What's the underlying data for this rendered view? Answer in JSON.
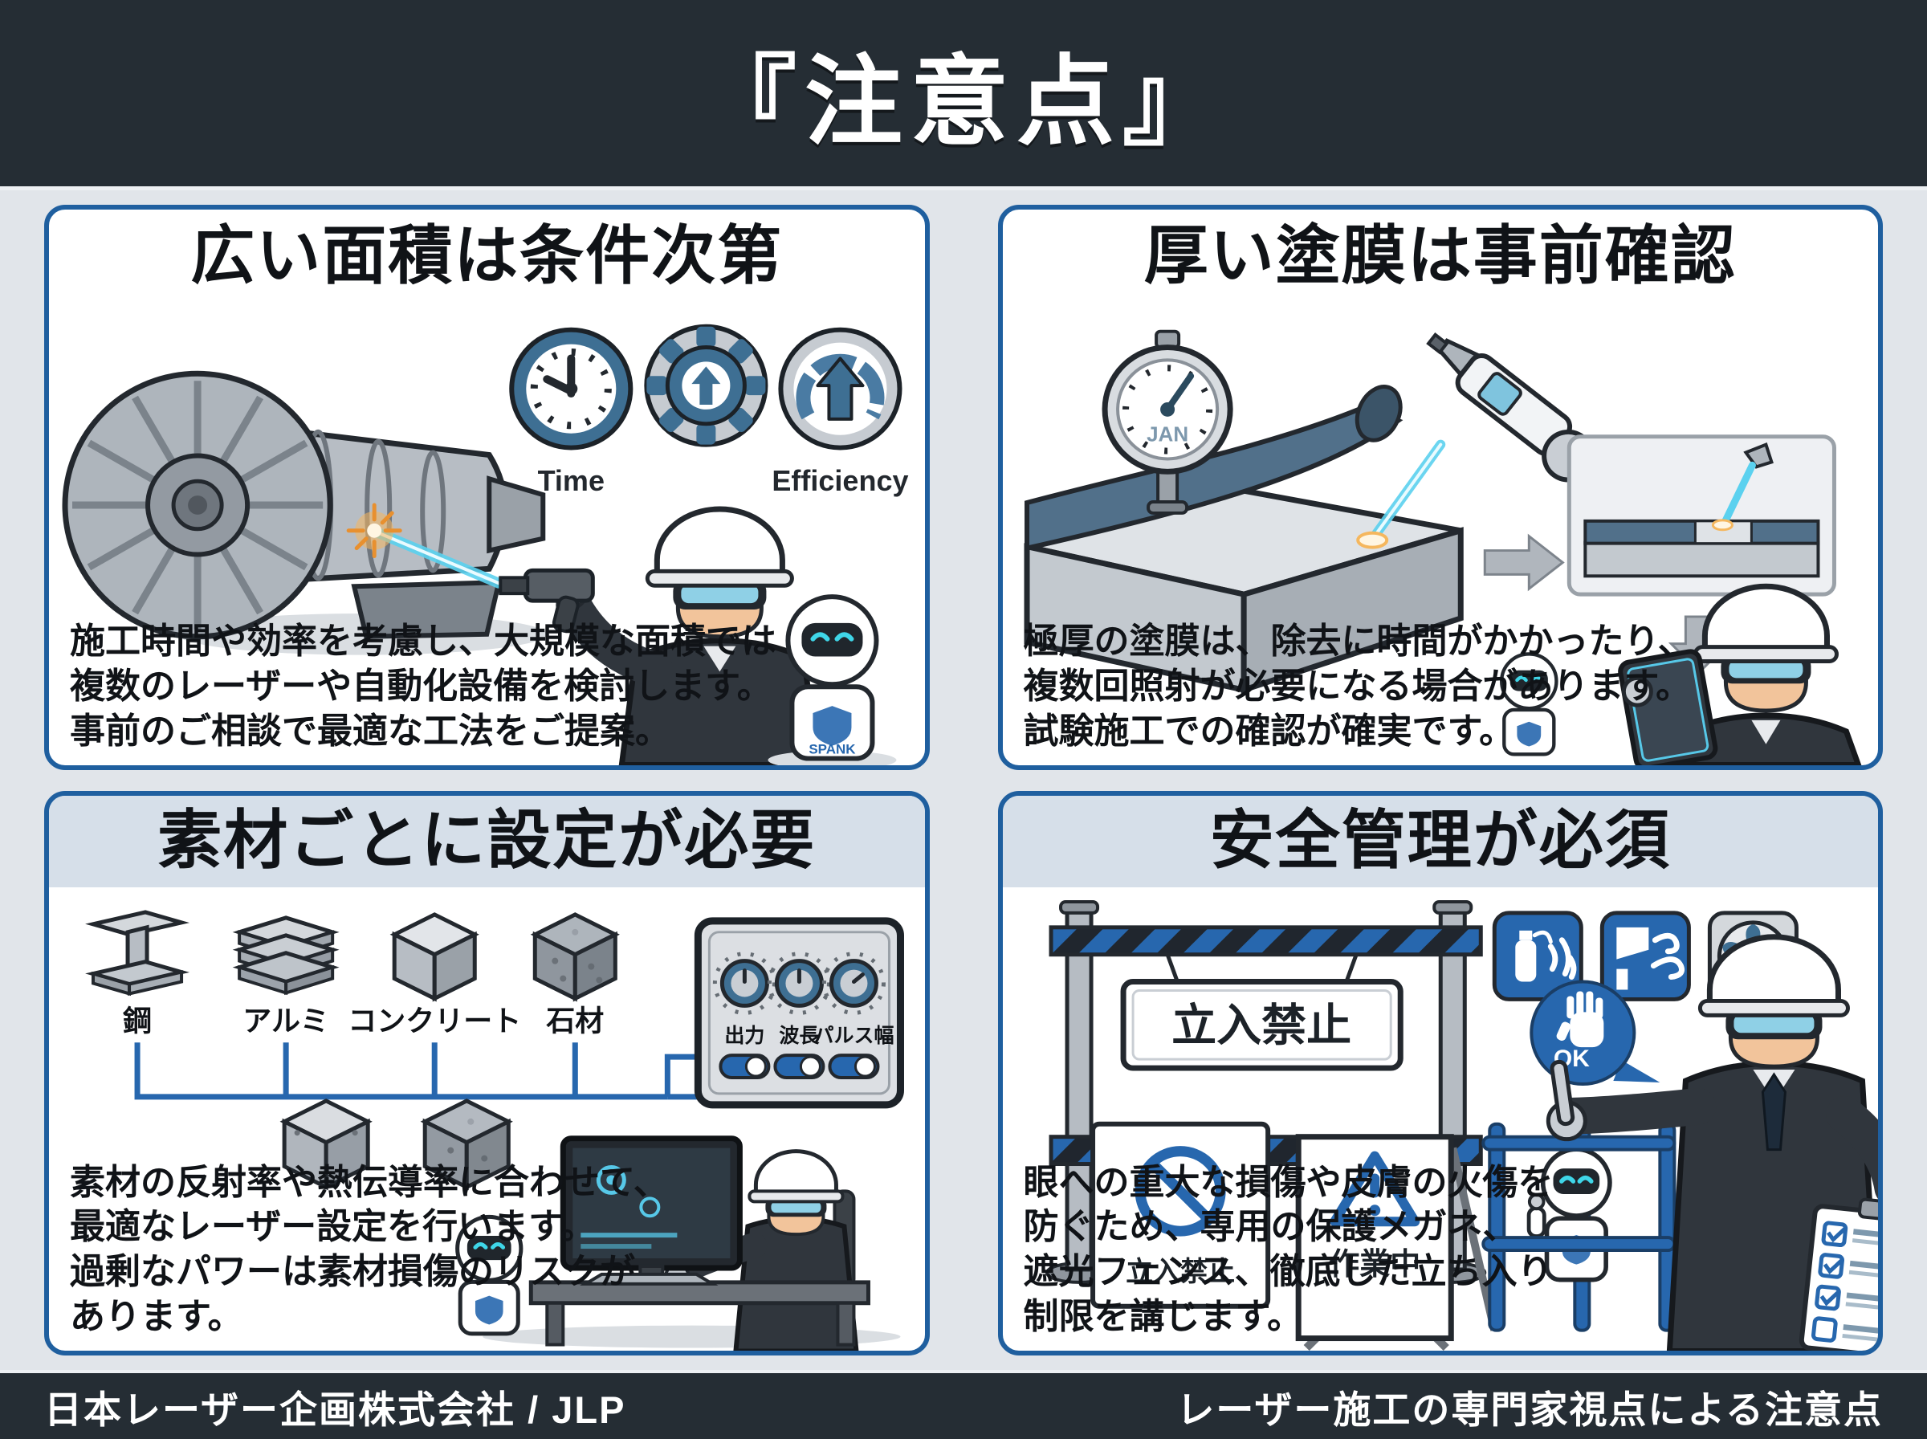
{
  "header": {
    "title": "『注意点』"
  },
  "panels": [
    {
      "title": "広い面積は条件次第",
      "body_lines": [
        "施工時間や効率を考慮し、大規模な面積では",
        "複数のレーザーや自動化設備を検討します。",
        "事前のご相談で最適な工法をご提案。"
      ],
      "time_label": "Time",
      "efficiency_label": "Efficiency",
      "robot_name": "SPANK",
      "icon_names": [
        "clock-icon",
        "gear-up-arrow-icon",
        "efficiency-gauge-icon",
        "laser-gun-icon",
        "turbine-illustration",
        "worker-character",
        "robot-mascot"
      ]
    },
    {
      "title": "厚い塗膜は事前確認",
      "body_lines": [
        "極厚の塗膜は、除去に時間がかかったり、",
        "複数回照射が必要になる場合があります。",
        "試験施工での確認が確実です。"
      ],
      "gauge_label": "JAN",
      "icon_names": [
        "thickness-gauge-icon",
        "laser-tool-icon",
        "right-arrow-icon",
        "down-arrow-icon",
        "closeup-inset",
        "worker-with-tablet",
        "robot-mascot"
      ]
    },
    {
      "title": "素材ごとに設定が必要",
      "body_lines": [
        "素材の反射率や熱伝導率に合わせて、",
        "最適なレーザー設定を行います。",
        "過剰なパワーは素材損傷のリスクが",
        "あります。"
      ],
      "materials": [
        "鋼",
        "アルミ",
        "コンクリート",
        "石材"
      ],
      "knob_labels": [
        "出力",
        "波長",
        "パルス幅"
      ],
      "icon_names": [
        "steel-ibeam-icon",
        "aluminum-plates-icon",
        "concrete-cube-icon",
        "stone-cube-icon",
        "control-panel",
        "knob-icon",
        "toggle-icon",
        "worker-at-computer",
        "robot-mascot"
      ]
    },
    {
      "title": "安全管理が必須",
      "body_lines": [
        "眼への重大な損傷や皮膚の火傷を",
        "防ぐため、専用の保護メガネ、",
        "遮光フェンス、徹底した立ち入り",
        "制限を講じます。"
      ],
      "banner_sign": "立入禁止",
      "no_entry_sign": "立入禁止",
      "work_sign": "作業中",
      "ok_label": "OK",
      "icon_names": [
        "barrier-posts",
        "striped-tape",
        "no-entry-icon",
        "warning-triangle-icon",
        "fire-extinguisher-icon",
        "ventilation-icon",
        "fan-icon",
        "safety-fence",
        "robot-mascot",
        "ok-hand-bubble-icon",
        "checklist-clipboard-icon",
        "worker-pointing"
      ]
    }
  ],
  "footer": {
    "company": "日本レーザー企画株式会社 / JLP",
    "tagline": "レーザー施工の専門家視点による注意点"
  },
  "colors": {
    "header_bg": "#252D34",
    "page_bg": "#E1E5EA",
    "panel_border": "#1F5F9F",
    "title_band": "#D6DFE9",
    "accent_slate_blue": "#3E6F93",
    "sign_blue": "#2767AE",
    "beam_cyan": "#5BD1EF",
    "text_dark": "#101317"
  }
}
